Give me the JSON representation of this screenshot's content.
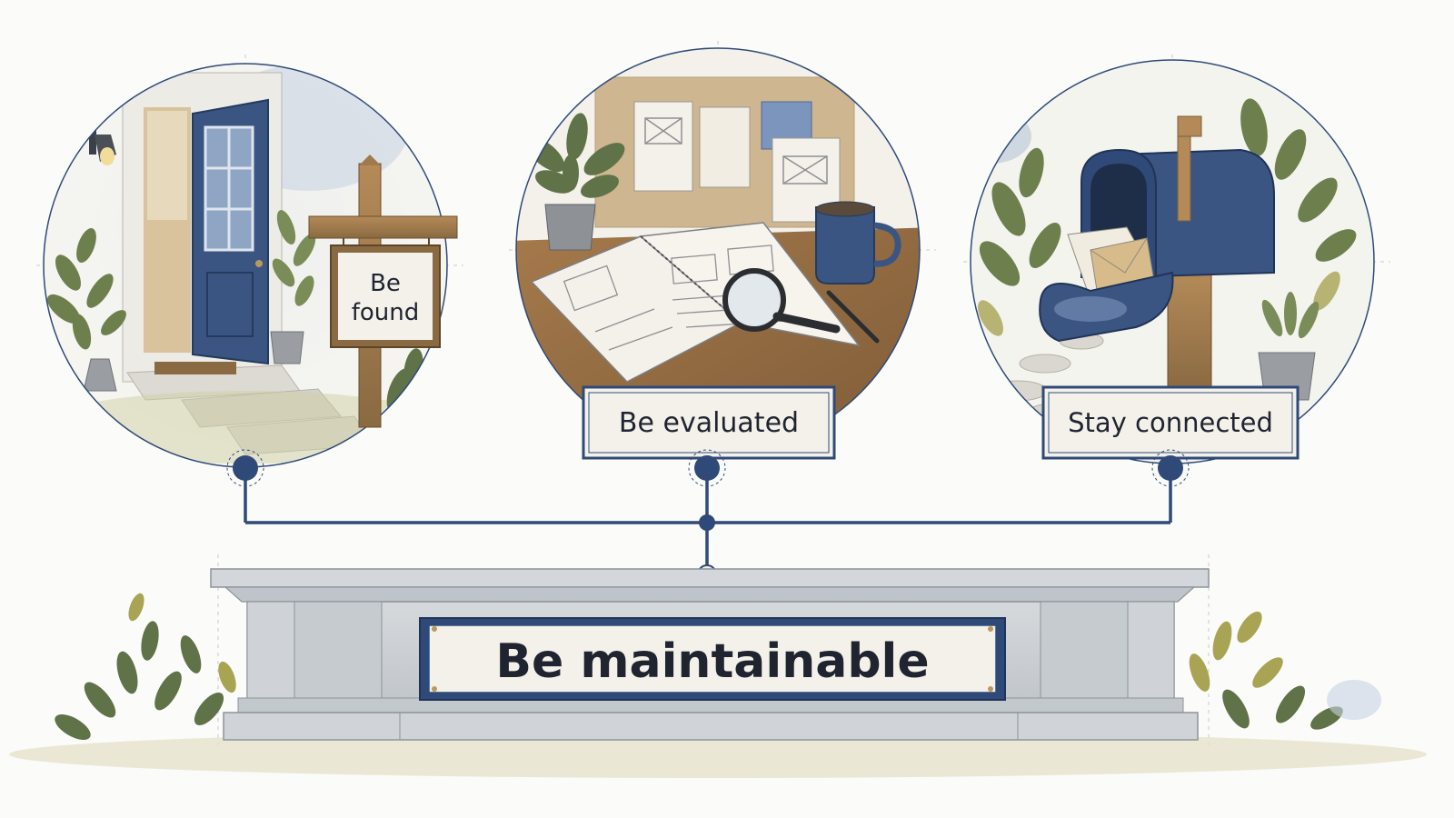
{
  "scenes": [
    {
      "id": "find",
      "label": "Be found",
      "label_lines": [
        "Be",
        "found"
      ],
      "description_icon": "signpost-doorway-icon"
    },
    {
      "id": "evaluate",
      "label": "Be evaluated",
      "description_icon": "notebook-magnifier-icon"
    },
    {
      "id": "connect",
      "label": "Stay connected",
      "description_icon": "mailbox-icon"
    }
  ],
  "foundation": {
    "label": "Be maintainable"
  },
  "colors": {
    "navy": "#2f4a78",
    "paper": "#f4f1ea",
    "stone": "#c9cdd2",
    "wood": "#8a6a42",
    "leaf": "#6e7f4e",
    "ink": "#1f2430"
  }
}
